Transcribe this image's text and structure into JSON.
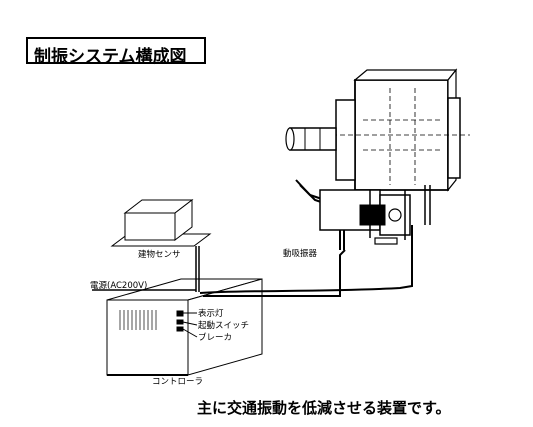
{
  "title": "制振システム構成図",
  "labels": {
    "building_sensor": "建物センサ",
    "actuator": "動吸振器",
    "power": "電源(AC200V)",
    "indicator": "表示灯",
    "start_switch": "起動スイッチ",
    "breaker": "ブレーカ",
    "controller": "コントローラ"
  },
  "caption": "主に交通振動を低減させる装置です。"
}
